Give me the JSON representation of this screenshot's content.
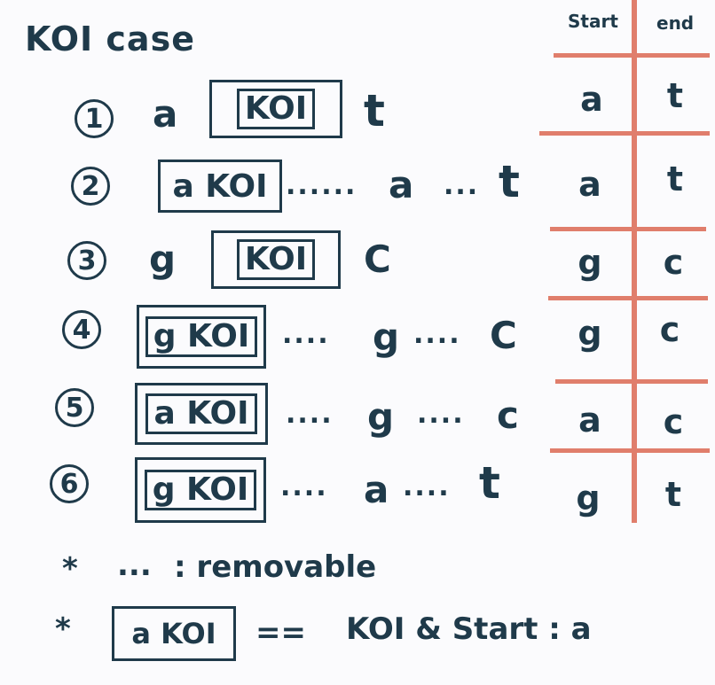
{
  "title": "KOI case",
  "table": {
    "header_start": "Start",
    "header_end": "end",
    "rows": [
      {
        "start": "a",
        "end": "t"
      },
      {
        "start": "a",
        "end": "t"
      },
      {
        "start": "g",
        "end": "c"
      },
      {
        "start": "g",
        "end": "c"
      },
      {
        "start": "a",
        "end": "c"
      },
      {
        "start": "g",
        "end": "t"
      }
    ]
  },
  "cases": [
    {
      "num": "1",
      "pre": "a",
      "boxed": "KOI",
      "post": "t"
    },
    {
      "num": "2",
      "boxed": "a KOI",
      "dots1": "......",
      "mid": "a",
      "dots2": "...",
      "end": "t"
    },
    {
      "num": "3",
      "pre": "g",
      "boxed": "KOI",
      "post": "C"
    },
    {
      "num": "4",
      "boxed": "g KOI",
      "dots1": "....",
      "mid": "g",
      "dots2": "....",
      "end": "C"
    },
    {
      "num": "5",
      "boxed": "a KOI",
      "dots1": "....",
      "mid": "g",
      "dots2": "....",
      "end": "c"
    },
    {
      "num": "6",
      "boxed": "g KOI",
      "dots1": "....",
      "mid": "a",
      "dots2": "....",
      "end": "t"
    }
  ],
  "notes": {
    "n1_star": "*",
    "n1_dots": "...",
    "n1_text": ": removable",
    "n2_star": "*",
    "n2_boxed": "a KOI",
    "n2_eq": "==",
    "n2_text": "KOI & Start : a"
  },
  "colors": {
    "ink": "#1f3a4a",
    "table_line": "#e07e6c"
  }
}
